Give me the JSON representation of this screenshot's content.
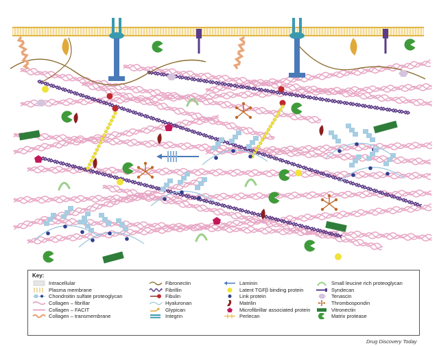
{
  "key": {
    "title": "Key:",
    "columns": [
      [
        {
          "label": "Intracellular",
          "icon": "intracellular-swatch"
        },
        {
          "label": "Plasma membrane",
          "icon": "plasma-membrane-icon"
        },
        {
          "label": "Chondroitin sulfate proteoglycan",
          "icon": "chondroitin-icon"
        },
        {
          "label": "Collagen – fibrillar",
          "icon": "collagen-fibrillar-icon"
        },
        {
          "label": "Collagen – FACIT",
          "icon": "collagen-facit-icon"
        },
        {
          "label": "Collagen – transmembrane",
          "icon": "collagen-transmembrane-icon"
        }
      ],
      [
        {
          "label": "Fibronectin",
          "icon": "fibronectin-icon"
        },
        {
          "label": "Fibrillin",
          "icon": "fibrillin-icon"
        },
        {
          "label": "Fibulin",
          "icon": "fibulin-icon"
        },
        {
          "label": "Hyaluronan",
          "icon": "hyaluronan-icon"
        },
        {
          "label": "Glypican",
          "icon": "glypican-icon"
        },
        {
          "label": "Integrin",
          "icon": "integrin-icon"
        }
      ],
      [
        {
          "label": "Laminin",
          "icon": "laminin-icon"
        },
        {
          "label": "Latent TGFβ binding protein",
          "icon": "ltbp-icon"
        },
        {
          "label": "Link protein",
          "icon": "link-protein-icon"
        },
        {
          "label": "Matrilin",
          "icon": "matrilin-icon"
        },
        {
          "label": "Microfibrillar associated protein",
          "icon": "mfap-icon"
        },
        {
          "label": "Perlecan",
          "icon": "perlecan-icon"
        }
      ],
      [
        {
          "label": "Small leucine rich proteoglycan",
          "icon": "slrp-icon"
        },
        {
          "label": "Syndecan",
          "icon": "syndecan-icon"
        },
        {
          "label": "Tenascin",
          "icon": "tenascin-icon"
        },
        {
          "label": "Thrombospondin",
          "icon": "thrombospondin-icon"
        },
        {
          "label": "Vitronectin",
          "icon": "vitronectin-icon"
        },
        {
          "label": "Matrix protease",
          "icon": "matrix-protease-icon"
        }
      ]
    ]
  },
  "credit": "Drug Discovery Today",
  "colors": {
    "membrane": "#f2d27a",
    "collagen_fibrillar": "#e7a5c4",
    "fibrillin": "#5b3a86",
    "fibronectin": "#8a6a2c",
    "integrin": "#3a9ab0",
    "syndecan": "#5a3c8a",
    "link_protein": "#2f3f8f",
    "hyaluronan": "#9fc8e0",
    "chondroitin": "#a6cde2",
    "vitronectin": "#2f7d3a",
    "matrix_protease": "#3f9b3a",
    "matrilin": "#8a1f1f",
    "thrombospondin": "#c06a2a",
    "tenascin": "#d5c4de",
    "ltbp": "#f0e23a",
    "mfap": "#c2185b",
    "glypican": "#e0a93a",
    "slrp": "#9ad08a",
    "laminin": "#4a7ab8"
  }
}
